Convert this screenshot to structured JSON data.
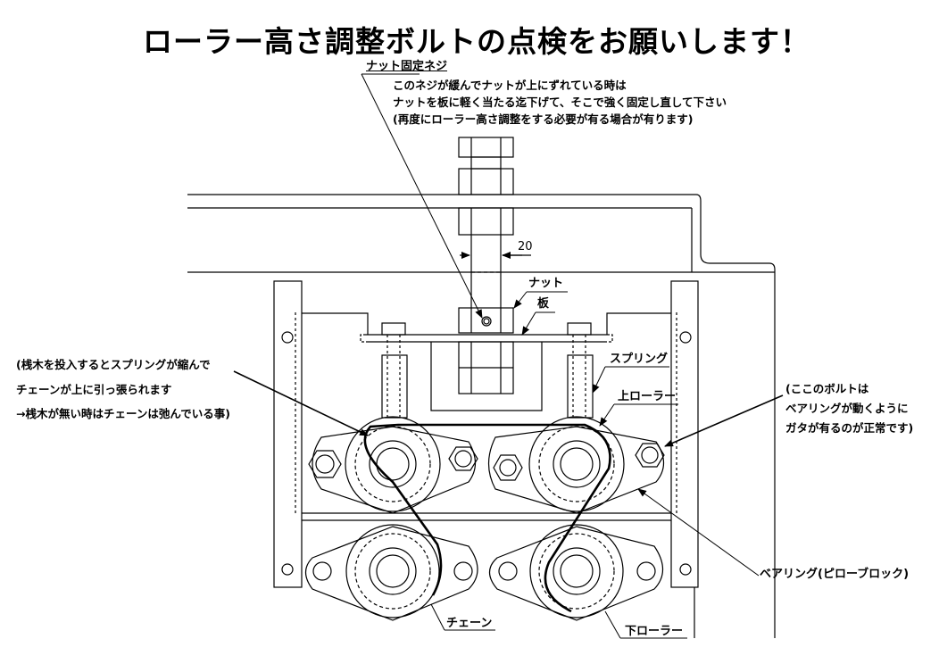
{
  "title": "ローラー高さ調整ボルトの点検をお願いします！",
  "dimension": "20",
  "labels": {
    "nut_fix_screw": "ナット固定ネジ",
    "nut": "ナット",
    "plate": "板",
    "spring": "スプリング",
    "upper_roller": "上ローラー",
    "bearing": "ベアリング(ピローブロック)",
    "chain": "チェーン",
    "lower_roller": "下ローラー"
  },
  "notes": {
    "nut_fix_screw": [
      "このネジが緩んでナットが上にずれている時は",
      "ナットを板に軽く当たる迄下げて、そこで強く固定し直して下さい",
      "(再度にローラー高さ調整をする必要が有る場合が有ります)"
    ],
    "left": [
      "(桟木を投入するとスプリングが縮んで",
      "チェーンが上に引っ張られます",
      "→桟木が無い時はチェーンは弛んでいる事)"
    ],
    "right": [
      "(ここのボルトは",
      "ベアリングが動くように",
      "ガタが有るのが正常です)"
    ]
  }
}
